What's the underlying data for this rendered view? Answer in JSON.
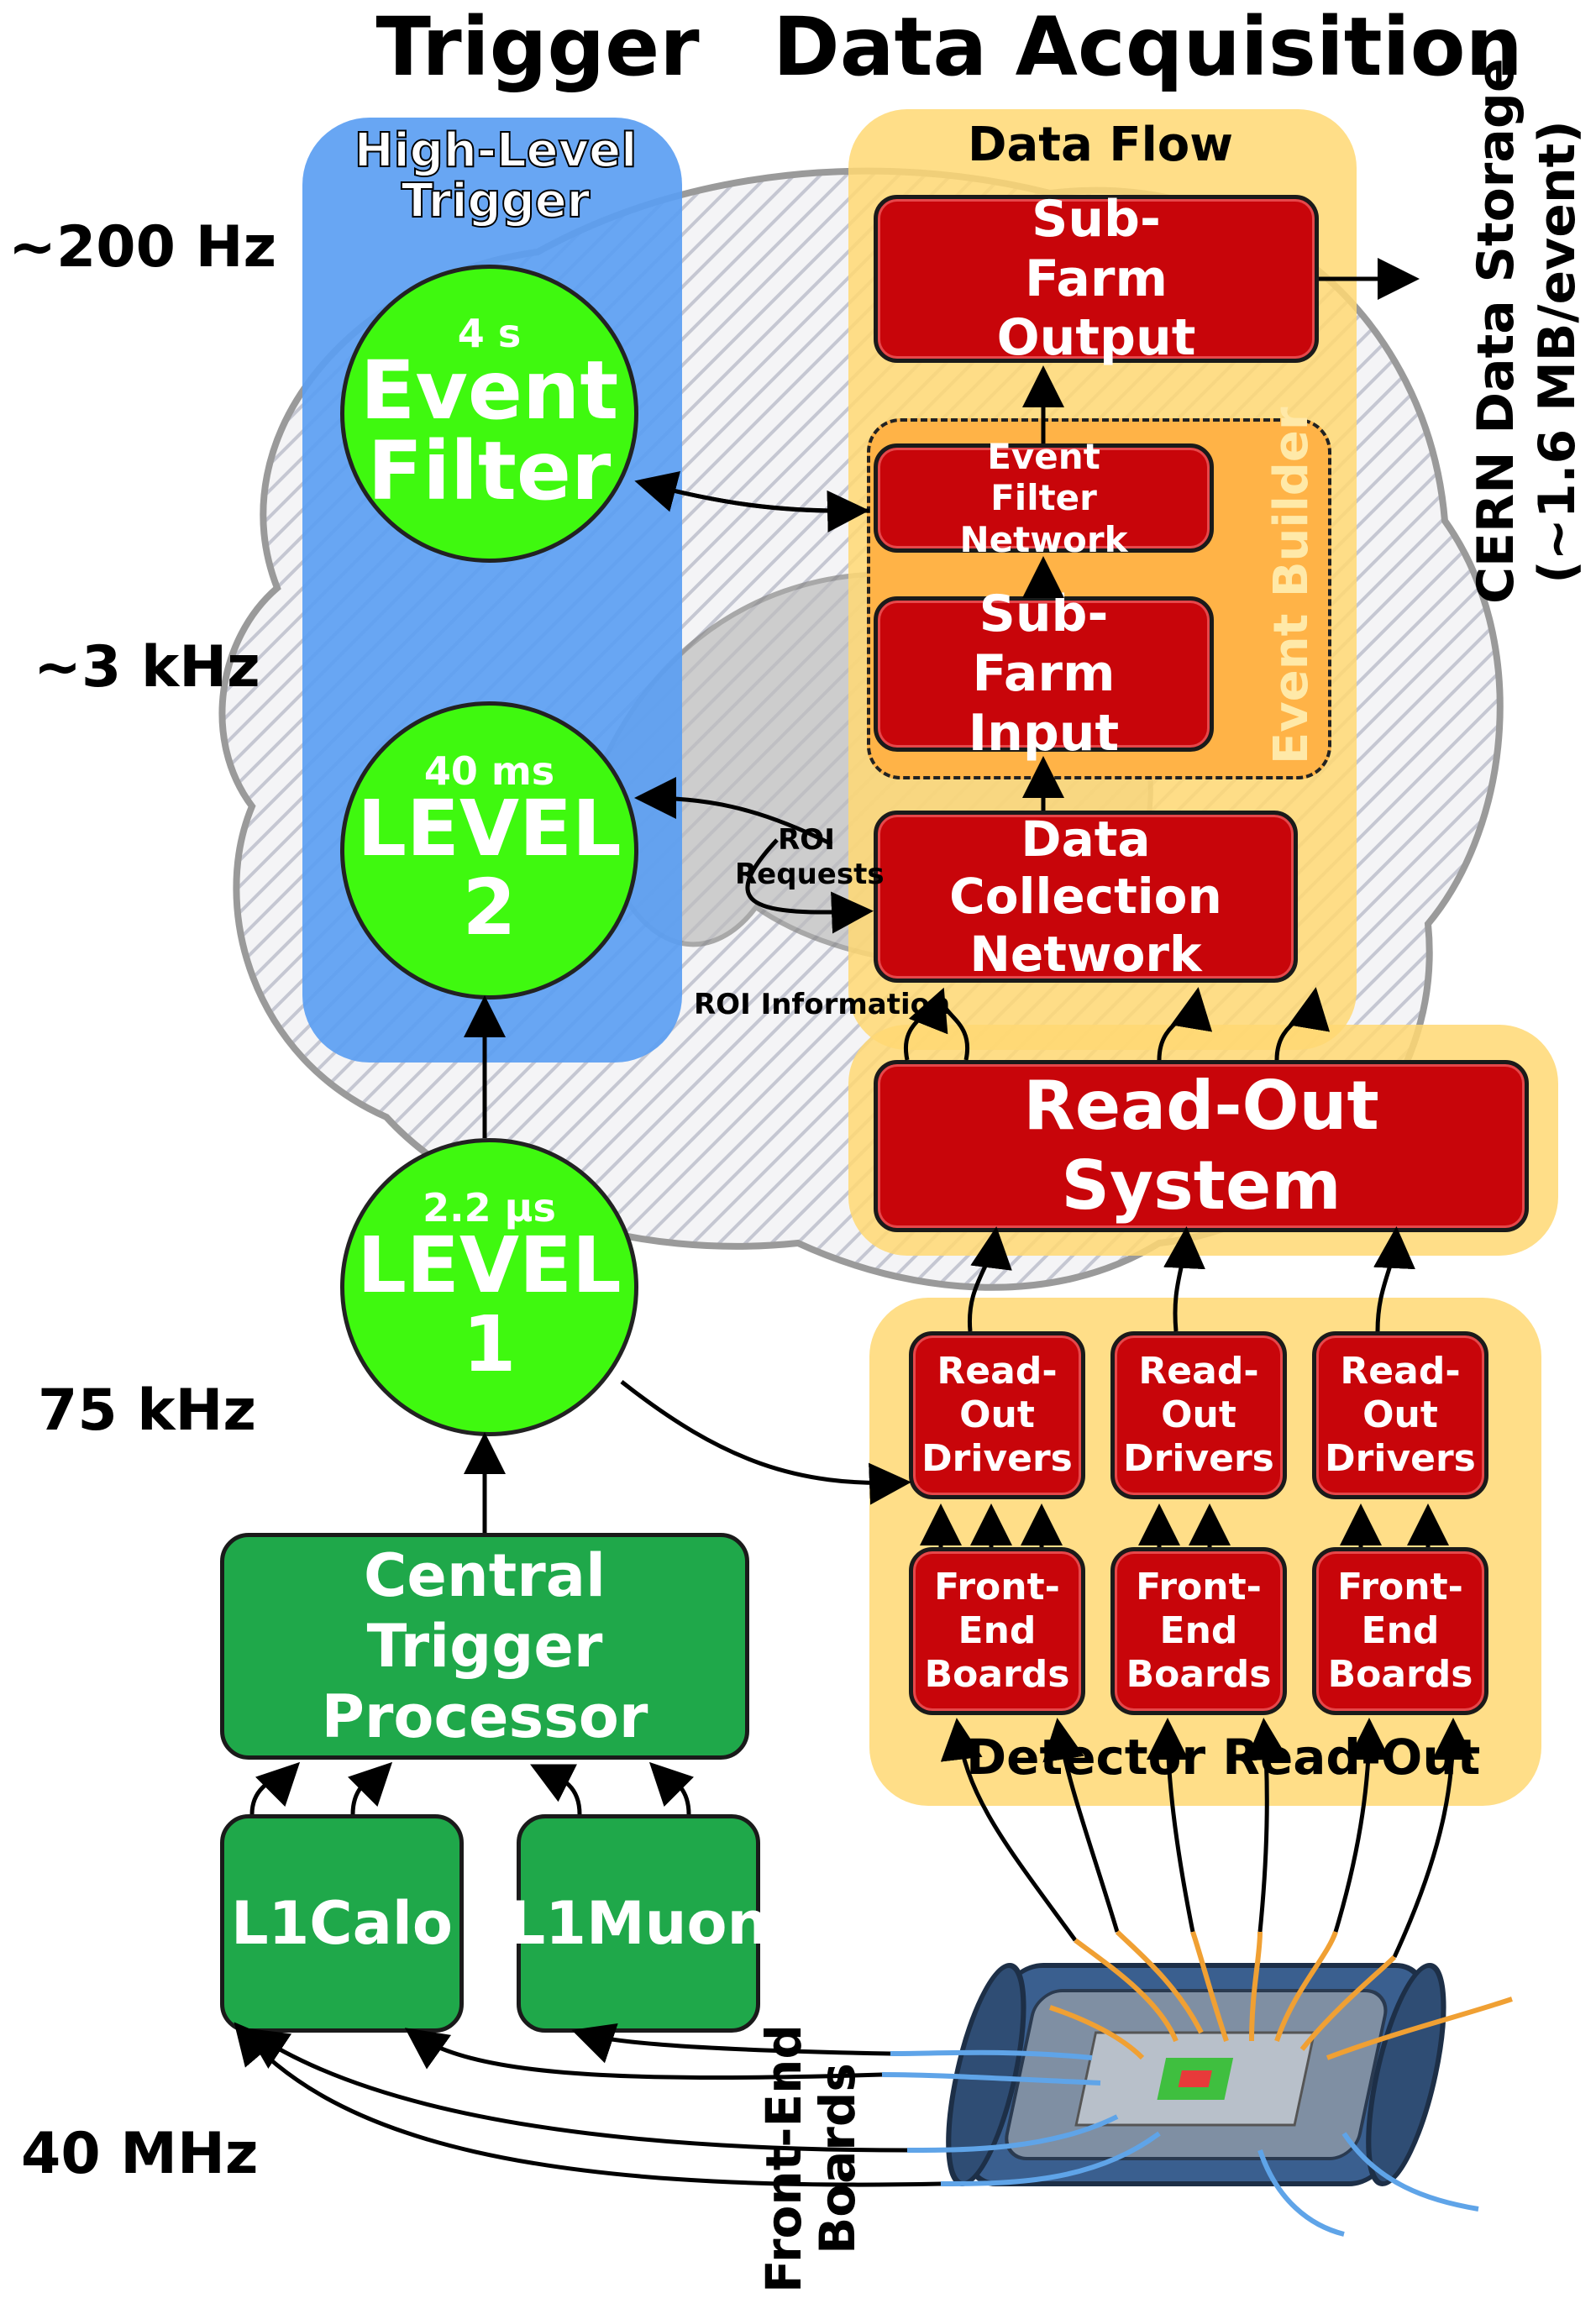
{
  "headings": {
    "trigger": "Trigger",
    "daq": "Data Acquisition"
  },
  "rates": {
    "r200": "~200 Hz",
    "r3k": "~3 kHz",
    "r75k": "75 kHz",
    "r40m": "40 MHz"
  },
  "panels": {
    "hlt": "High-Level Trigger",
    "dataflow": "Data Flow",
    "event_builder": "Event Builder",
    "detector_readout": "Detector Read-Out"
  },
  "event_filter": {
    "latency": "4 s",
    "line1": "Event",
    "line2": "Filter"
  },
  "level2": {
    "latency": "40 ms",
    "line1": "LEVEL",
    "line2": "2"
  },
  "level1": {
    "latency": "2.2 µs",
    "line1": "LEVEL",
    "line2": "1"
  },
  "boxes": {
    "sfo": "Sub-Farm Output",
    "efn": "Event Filter Network",
    "sfi": "Sub-Farm Input",
    "dcn": "Data Collection Network",
    "ros": "Read-Out System",
    "rod": "Read-Out Drivers",
    "feb": "Front-End Boards",
    "ctp": "Central Trigger Processor",
    "l1calo": "L1Calo",
    "l1muon": "L1Muon"
  },
  "labels": {
    "roi_requests": "ROI Requests",
    "roi_information": "ROI Information",
    "storage": "CERN Data Storage",
    "storage_sub": "(~1.6 MB/event)",
    "frontend_boards": "Front-End Boards"
  },
  "colors": {
    "trigger_green": "#3ff90f",
    "daq_red": "#c8050a",
    "hlt_blue": "#5b9ef2",
    "daq_yellow": "#ffd873"
  }
}
